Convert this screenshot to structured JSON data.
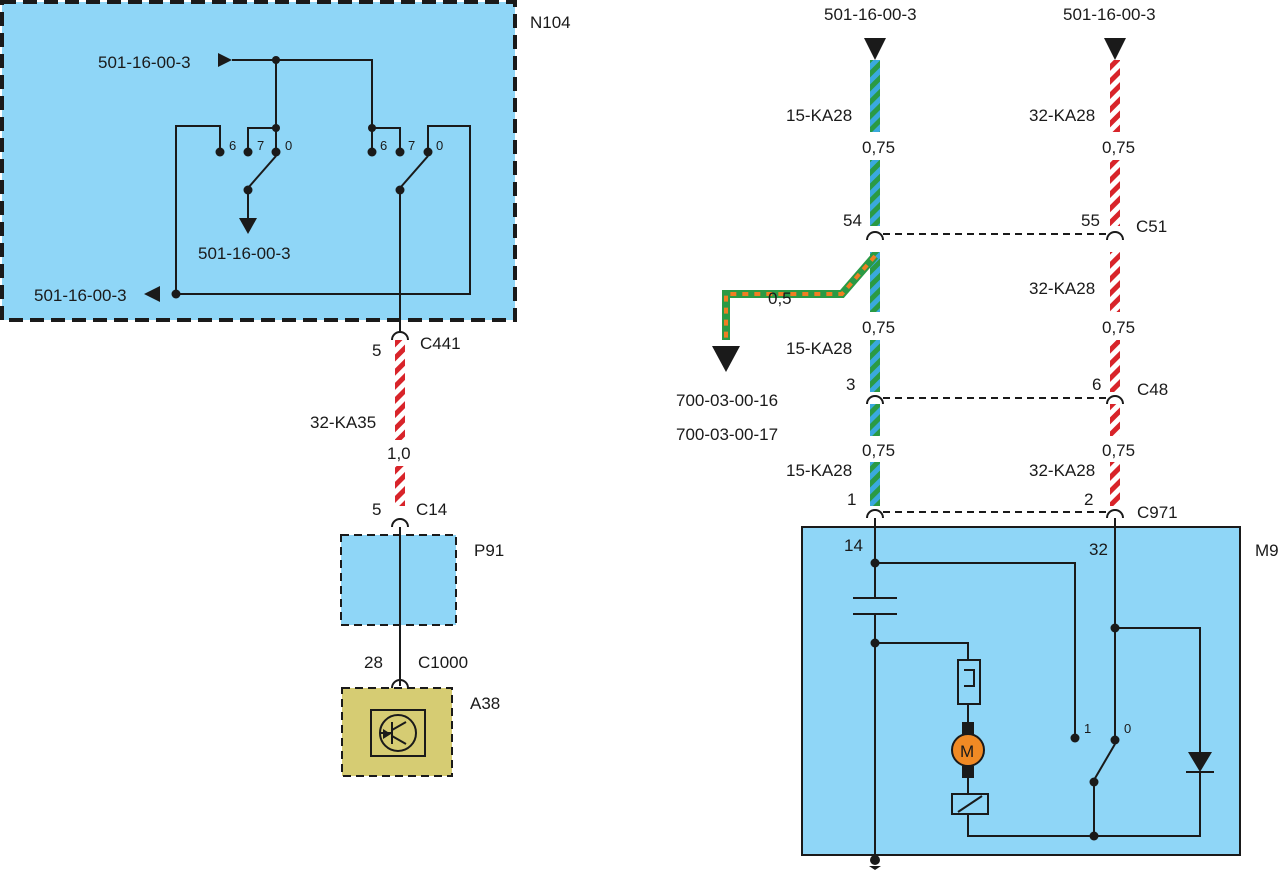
{
  "colors": {
    "module_fill": "#8fd6f7",
    "sensor_fill": "#d6cc73",
    "wire_red": "#d8242a",
    "wire_blue": "#3aa9de",
    "wire_green": "#2a9a44",
    "wire_orange": "#f07e22",
    "motor_fill": "#f08a24"
  },
  "icons": [
    "transistor-icon",
    "motor-icon",
    "diode-icon",
    "thermal-breaker-icon",
    "relay-coil-icon",
    "capacitor-icon",
    "ground-arrow-icon"
  ],
  "modules": {
    "n104": "N104",
    "p91": "P91",
    "a38": "A38",
    "m9": "M9",
    "motor_symbol": "M"
  },
  "n104": {
    "ref_in": "501-16-00-3",
    "ref_out_mid": "501-16-00-3",
    "ref_out_left": "501-16-00-3",
    "sw1_pos": [
      "6",
      "7",
      "0"
    ],
    "sw2_pos": [
      "6",
      "7",
      "0"
    ]
  },
  "left_wire": {
    "c441": "C441",
    "c441_pin": "5",
    "wire_id": "32-KA35",
    "gauge": "1,0",
    "c14": "C14",
    "c14_pin": "5",
    "c1000": "C1000",
    "c1000_pin": "28"
  },
  "right_wires": {
    "ref_top_left": "501-16-00-3",
    "ref_top_right": "501-16-00-3",
    "blue_wire_ids": [
      "15-KA28",
      "15-KA28",
      "15-KA28"
    ],
    "red_wire_ids": [
      "32-KA28",
      "32-KA28",
      "32-KA28"
    ],
    "blue_gauges": [
      "0,75",
      "0,75",
      "0,75"
    ],
    "red_gauges": [
      "0,75",
      "0,75",
      "0,75"
    ],
    "c51": "C51",
    "c51_pins": [
      "54",
      "55"
    ],
    "c48": "C48",
    "c48_pins": [
      "3",
      "6"
    ],
    "c971": "C971",
    "c971_pins": [
      "1",
      "2"
    ],
    "branch_gauge": "0,5",
    "branch_refs": [
      "700-03-00-16",
      "700-03-00-17"
    ]
  },
  "m9": {
    "pin_left": "14",
    "pin_right": "32",
    "switch_pos": [
      "1",
      "0"
    ]
  }
}
